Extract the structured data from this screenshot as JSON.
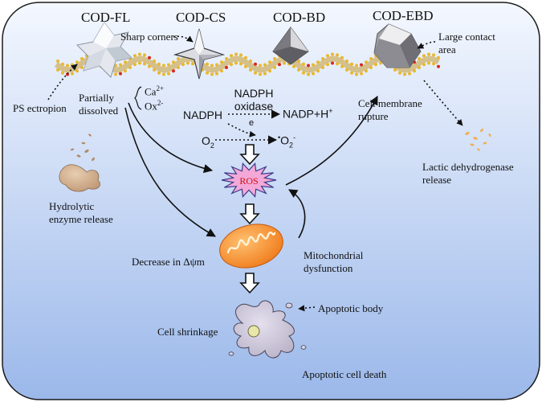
{
  "crystals": {
    "fl": "COD-FL",
    "cs": "COD-CS",
    "bd": "COD-BD",
    "ebd": "COD-EBD"
  },
  "labels": {
    "sharp_corners": "Sharp corners",
    "large_contact_1": "Large contact",
    "large_contact_2": "area",
    "ps_ectropion": "PS ectropion",
    "partially": "Partially",
    "dissolved": "dissolved",
    "ca": "Ca",
    "ca_charge": "2+",
    "ox": "Ox",
    "ox_charge": "2-",
    "nadph_oxidase_1": "NADPH",
    "nadph_oxidase_2": "oxidase",
    "nadph": "NADPH",
    "nadp": "NADP+H",
    "nadp_charge": "+",
    "electron": "e",
    "o2": "O",
    "o2_sub": "2",
    "superoxide_dot": "•",
    "superoxide": "O",
    "superoxide_sub": "2",
    "superoxide_charge": "-",
    "membrane_rupture_1": "Cell membrane",
    "membrane_rupture_2": "rupture",
    "ldh_1": "Lactic dehydrogenase",
    "ldh_2": "release",
    "hydrolytic_1": "Hydrolytic",
    "hydrolytic_2": "enzyme release",
    "ros": "ROS",
    "decrease_potential": "Decrease in Δψm",
    "mito_dysfunction_1": "Mitochondrial",
    "mito_dysfunction_2": "dysfunction",
    "apoptotic_body": "Apoptotic body",
    "cell_shrinkage": "Cell shrinkage",
    "apoptotic_death": "Apoptotic cell death"
  },
  "colors": {
    "background_top": "#f4f8ff",
    "background_bottom": "#9bb8ea",
    "membrane": "#c79a2f",
    "lipid_head": "#e8b830",
    "lipid_head_red": "#d8281e",
    "ros_fill": "#f4a8d8",
    "ros_text": "#d01010",
    "mitochondrion": "#f07c1c",
    "cell": "#b9b2c8",
    "enzyme": "#c09a78"
  }
}
